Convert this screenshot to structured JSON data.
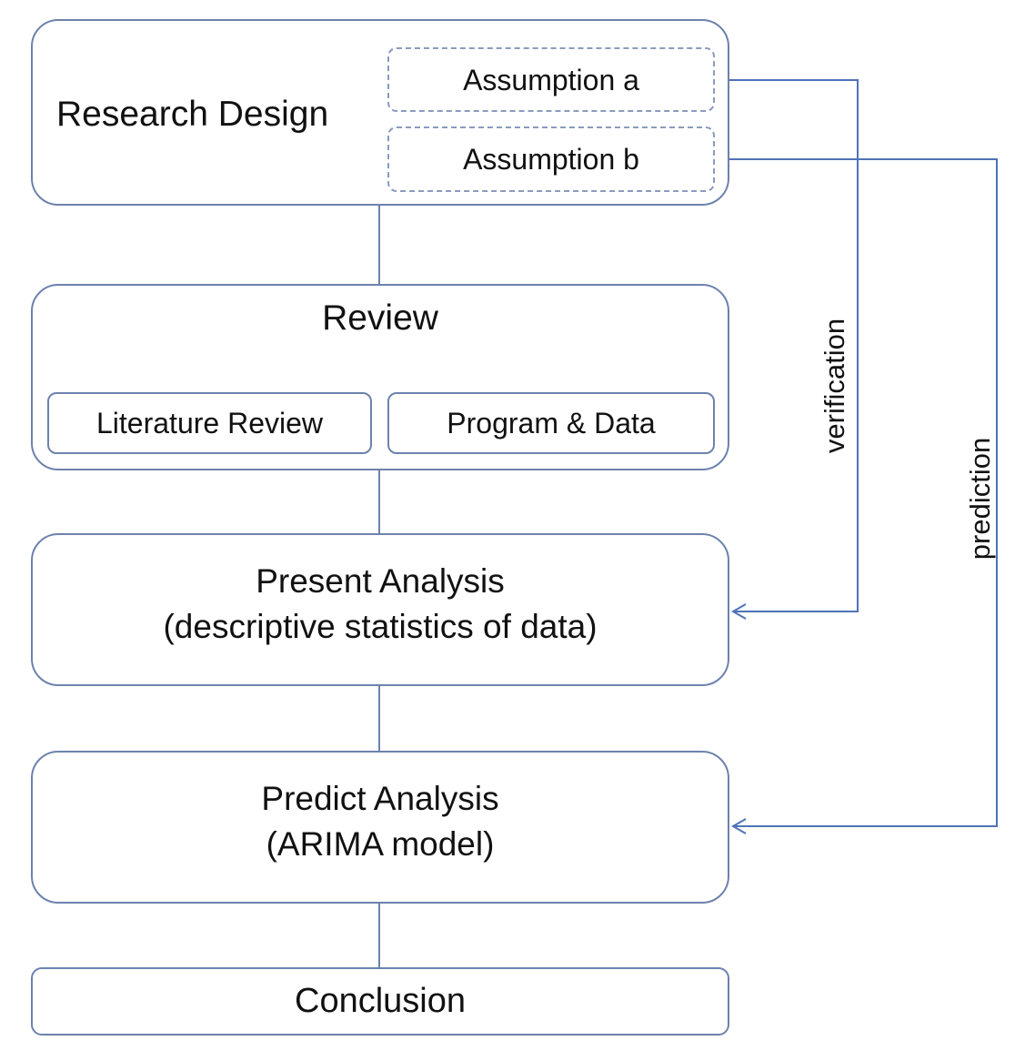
{
  "research_design": {
    "title": "Research Design",
    "assumption_a": "Assumption a",
    "assumption_b": "Assumption b"
  },
  "review": {
    "title": "Review",
    "literature": "Literature  Review",
    "program_data": "Program & Data"
  },
  "present_analysis": {
    "line1": "Present Analysis",
    "line2": "(descriptive statistics of data)"
  },
  "predict_analysis": {
    "line1": "Predict Analysis",
    "line2": "(ARIMA model)"
  },
  "conclusion": {
    "title": "Conclusion"
  },
  "arrows": {
    "verification": "verification",
    "prediction": "prediction"
  },
  "colors": {
    "border": "#6d82ad",
    "arrow": "#4f72b8",
    "text": "#111111"
  }
}
